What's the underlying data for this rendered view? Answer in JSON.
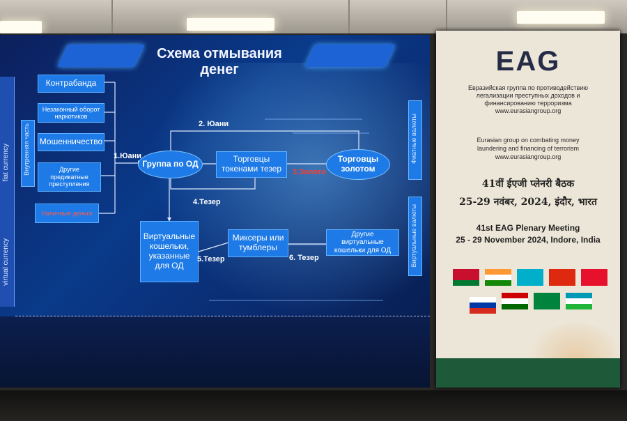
{
  "slide": {
    "title": "Схема отмывания денег",
    "left_strip": {
      "top": "fiat currency",
      "bottom": "virtual currency"
    },
    "vertical_left_label": "Внутренняя часть",
    "sources": [
      {
        "label": "Контрабанда"
      },
      {
        "label": "Незаконный оборот наркотиков"
      },
      {
        "label": "Мошенничество"
      },
      {
        "label": "Другие предикатные преступления"
      },
      {
        "label": "Наличные деньги"
      }
    ],
    "group": "Группа по ОД",
    "traders_tokens": "Торговцы токенами тезер",
    "traders_gold": "Торговцы золотом",
    "wallets": "Виртуальные кошельки, указанные для ОД",
    "mixers": "Миксеры или тумблеры",
    "other_wallets": "Другие виртуальные кошельки для ОД",
    "flows": {
      "f1": "1.Юани",
      "f2": "2. Юани",
      "f3": "3.Золото",
      "f4": "4.Тезер",
      "f5": "5.Тезер",
      "f6": "6. Тезер"
    },
    "right_labels": {
      "top": "Фиатные валюты",
      "bottom": "Виртуальные валюты"
    }
  },
  "banner": {
    "logo": "EAG",
    "ru_text": [
      "Евразийская группа по противодействию",
      "легализации преступных доходов и",
      "финансированию терроризма",
      "www.eurasiangroup.org"
    ],
    "en_text": [
      "Eurasian group on combating money",
      "laundering and financing of terrorism",
      "www.eurasiangroup.org"
    ],
    "hindi_line1": "41वीं ईएजी प्लेनरी बैठक",
    "hindi_line2": "25-29 नवंबर, 2024, इंदौर, भारत",
    "english_line1": "41st EAG Plenary Meeting",
    "english_line2": "25 - 29 November 2024, Indore, India",
    "flags": [
      {
        "country": "belarus",
        "colors": [
          "#c8102e",
          "#c8102e",
          "#007a33"
        ]
      },
      {
        "country": "india",
        "colors": [
          "#ff9933",
          "#ffffff",
          "#138808"
        ]
      },
      {
        "country": "kazakhstan",
        "colors": [
          "#00afca",
          "#00afca",
          "#00afca"
        ]
      },
      {
        "country": "china",
        "colors": [
          "#de2910",
          "#de2910",
          "#de2910"
        ]
      },
      {
        "country": "kyrgyzstan",
        "colors": [
          "#e8112d",
          "#e8112d",
          "#e8112d"
        ]
      },
      {
        "country": "russia",
        "colors": [
          "#ffffff",
          "#0039a6",
          "#d52b1e"
        ]
      },
      {
        "country": "tajikistan",
        "colors": [
          "#cc0000",
          "#ffffff",
          "#006600"
        ]
      },
      {
        "country": "turkmenistan",
        "colors": [
          "#00843d",
          "#00843d",
          "#00843d"
        ]
      },
      {
        "country": "uzbekistan",
        "colors": [
          "#0099b5",
          "#ffffff",
          "#1eb53a"
        ]
      }
    ]
  }
}
